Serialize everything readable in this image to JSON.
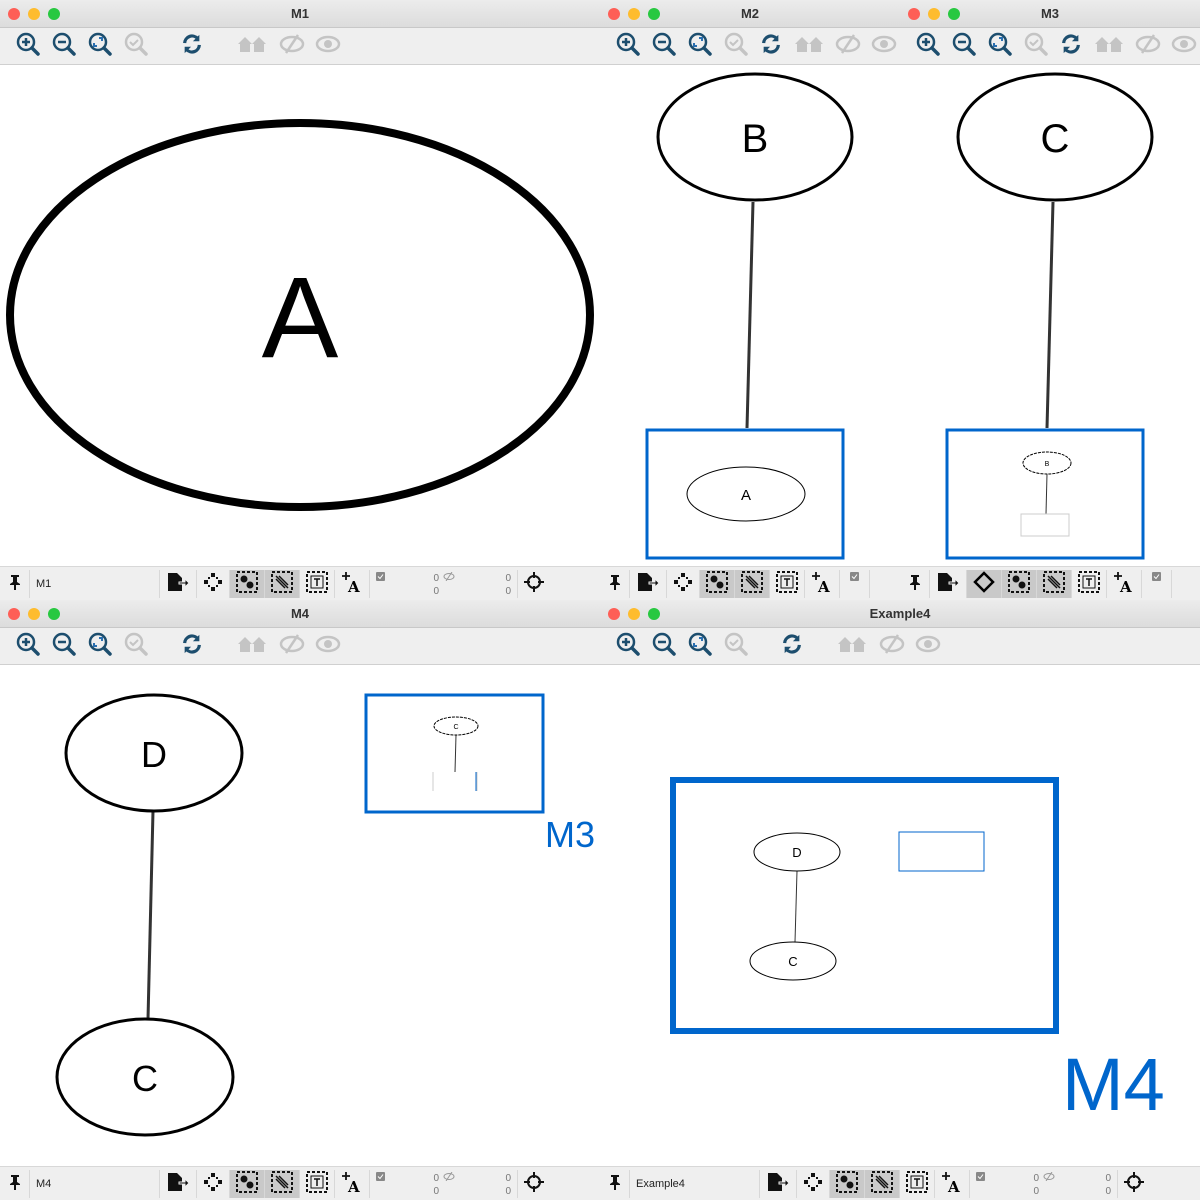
{
  "windows": [
    {
      "id": "m1",
      "title": "M1",
      "status_name": "M1",
      "counts": [
        "0",
        "0",
        "0",
        "0"
      ]
    },
    {
      "id": "m2",
      "title": "M2"
    },
    {
      "id": "m3",
      "title": "M3"
    },
    {
      "id": "m4",
      "title": "M4",
      "status_name": "M4",
      "counts": [
        "0",
        "0",
        "0",
        "0"
      ]
    },
    {
      "id": "ex4",
      "title": "Example4",
      "status_name": "Example4",
      "counts": [
        "0",
        "0",
        "0",
        "0"
      ]
    }
  ],
  "nodes": {
    "a": "A",
    "b": "B",
    "c": "C",
    "d": "D"
  },
  "labels": {
    "m3": "M3",
    "m4": "M4"
  },
  "colors": {
    "accent": "#0066cc",
    "icon": "#1d4e6e",
    "disabled": "#c4c4c4"
  }
}
